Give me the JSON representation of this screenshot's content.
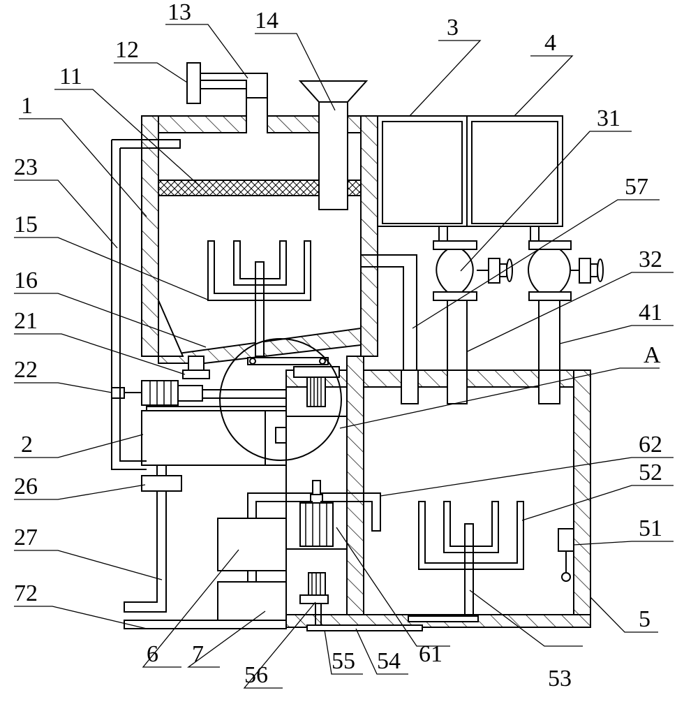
{
  "labels": [
    {
      "id": "1",
      "text": "1"
    },
    {
      "id": "2",
      "text": "2"
    },
    {
      "id": "3",
      "text": "3"
    },
    {
      "id": "4",
      "text": "4"
    },
    {
      "id": "5",
      "text": "5"
    },
    {
      "id": "6",
      "text": "6"
    },
    {
      "id": "7",
      "text": "7"
    },
    {
      "id": "11",
      "text": "11"
    },
    {
      "id": "12",
      "text": "12"
    },
    {
      "id": "13",
      "text": "13"
    },
    {
      "id": "14",
      "text": "14"
    },
    {
      "id": "15",
      "text": "15"
    },
    {
      "id": "16",
      "text": "16"
    },
    {
      "id": "21",
      "text": "21"
    },
    {
      "id": "22",
      "text": "22"
    },
    {
      "id": "23",
      "text": "23"
    },
    {
      "id": "26",
      "text": "26"
    },
    {
      "id": "27",
      "text": "27"
    },
    {
      "id": "31",
      "text": "31"
    },
    {
      "id": "32",
      "text": "32"
    },
    {
      "id": "41",
      "text": "41"
    },
    {
      "id": "51",
      "text": "51"
    },
    {
      "id": "52",
      "text": "52"
    },
    {
      "id": "53",
      "text": "53"
    },
    {
      "id": "54",
      "text": "54"
    },
    {
      "id": "55",
      "text": "55"
    },
    {
      "id": "56",
      "text": "56"
    },
    {
      "id": "57",
      "text": "57"
    },
    {
      "id": "61",
      "text": "61"
    },
    {
      "id": "62",
      "text": "62"
    },
    {
      "id": "72",
      "text": "72"
    },
    {
      "id": "A",
      "text": "A"
    }
  ]
}
